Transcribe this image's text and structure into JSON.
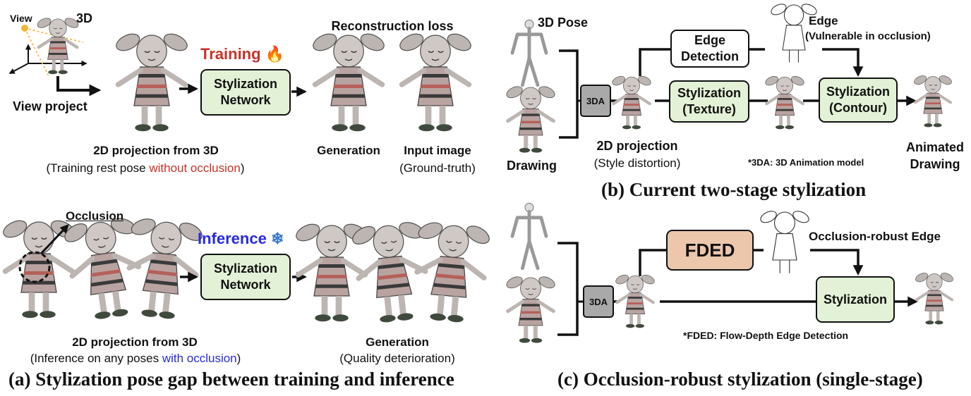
{
  "panel_a": {
    "view_label": "View",
    "label_3d": "3D",
    "view_project": "View project",
    "training_title": "Training",
    "training_icon": "fire-icon",
    "stylization_network": "Stylization Network",
    "reconstruction_loss": "Reconstruction loss",
    "projection_title": "2D projection from 3D",
    "projection_sub_prefix": "(Training rest pose ",
    "projection_sub_highlight": "without occlusion",
    "projection_sub_suffix": ")",
    "generation": "Generation",
    "input_image": "Input image",
    "ground_truth": "(Ground-truth)",
    "occlusion": "Occlusion",
    "inference_title": "Inference",
    "inference_icon": "snowflake-icon",
    "inference_network": "Stylization Network",
    "inf_projection_title": "2D projection from 3D",
    "inf_sub_prefix": "(Inference on any poses ",
    "inf_sub_highlight": "with occlusion",
    "inf_sub_suffix": ")",
    "inf_generation": "Generation",
    "quality": "(Quality deterioration)",
    "caption": "(a) Stylization pose gap between training and inference"
  },
  "panel_b": {
    "pose_3d": "3D Pose",
    "drawing": "Drawing",
    "tda": "3DA",
    "edge_detection": "Edge Detection",
    "edge_label": "Edge",
    "edge_note": "(Vulnerable in occlusion)",
    "stylization_texture": "Stylization (Texture)",
    "stylization_contour": "Stylization (Contour)",
    "projection": "2D projection",
    "style_distortion": "(Style distortion)",
    "footnote": "*3DA: 3D Animation model",
    "animated_drawing": "Animated Drawing",
    "caption": "(b) Current two-stage stylization"
  },
  "panel_c": {
    "tda": "3DA",
    "fded": "FDED",
    "robust_edge": "Occlusion-robust Edge",
    "stylization": "Stylization",
    "footnote": "*FDED: Flow-Depth Edge Detection",
    "caption": "(c) Occlusion-robust stylization (single-stage)"
  },
  "colors": {
    "green_box": "#e3f1d7",
    "peach_box": "#ecc7ac",
    "gray_box": "#a9a9a9",
    "training_red": "#c8322a",
    "inference_blue": "#2a2ae0"
  }
}
